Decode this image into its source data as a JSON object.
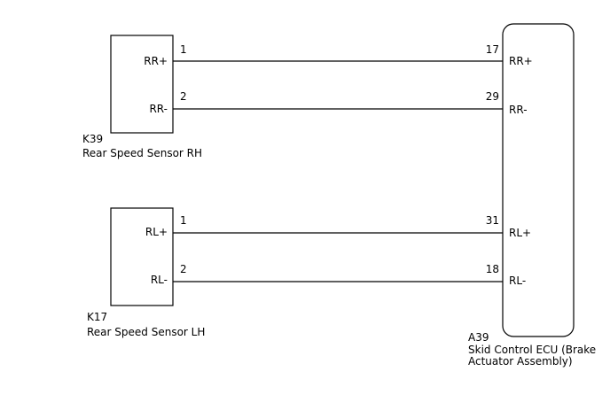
{
  "colors": {
    "line": "#000000",
    "background": "#ffffff",
    "text": "#000000"
  },
  "sensor_rh": {
    "code": "K39",
    "name": "Rear Speed Sensor RH",
    "pins": [
      {
        "number": "1",
        "label": "RR+"
      },
      {
        "number": "2",
        "label": "RR-"
      }
    ]
  },
  "sensor_lh": {
    "code": "K17",
    "name": "Rear Speed Sensor LH",
    "pins": [
      {
        "number": "1",
        "label": "RL+"
      },
      {
        "number": "2",
        "label": "RL-"
      }
    ]
  },
  "ecu": {
    "code": "A39",
    "name_line1": "Skid Control ECU (Brake",
    "name_line2": "Actuator Assembly)",
    "pins": [
      {
        "number": "17",
        "label": "RR+"
      },
      {
        "number": "29",
        "label": "RR-"
      },
      {
        "number": "31",
        "label": "RL+"
      },
      {
        "number": "18",
        "label": "RL-"
      }
    ]
  }
}
